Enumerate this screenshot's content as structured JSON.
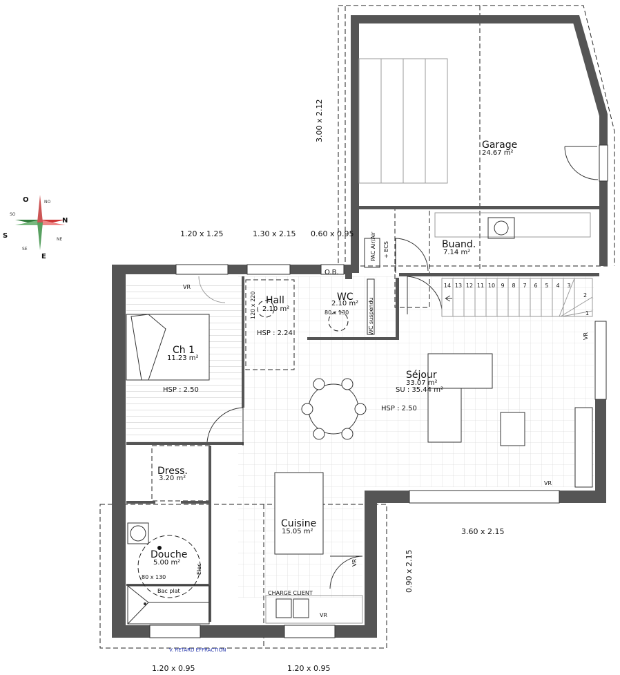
{
  "compass": {
    "n": "N",
    "s": "S",
    "e": "E",
    "o": "O",
    "ne": "NE",
    "no": "NO",
    "se": "SE",
    "so": "SO"
  },
  "rooms": {
    "garage": {
      "name": "Garage",
      "area": "24.67 m²"
    },
    "buand": {
      "name": "Buand.",
      "area": "7.14 m²"
    },
    "wc": {
      "name": "WC",
      "area": "2.10 m²"
    },
    "hall": {
      "name": "Hall",
      "area": "2.10 m²"
    },
    "ch1": {
      "name": "Ch 1",
      "area": "11.23 m²"
    },
    "sejour": {
      "name": "Séjour",
      "area": "33.07 m²",
      "su": "SU : 35.44 m²"
    },
    "dress": {
      "name": "Dress.",
      "area": "3.20 m²"
    },
    "cuisine": {
      "name": "Cuisine",
      "area": "15.05 m²"
    },
    "douche": {
      "name": "Douche",
      "area": "5.00 m²"
    }
  },
  "hsp": {
    "ch1": "HSP : 2.50",
    "hall": "HSP : 2.24",
    "sejour": "HSP : 2.50"
  },
  "dimensions": {
    "garage_door": "3.00 x 2.12",
    "win_ch1": "1.20 x 1.25",
    "win_hall": "1.30 x 2.15",
    "win_wc": "0.60 x 0.95",
    "win_sejour": "3.60 x 2.15",
    "door_cuisine": "0.90 x 2.15",
    "win_douche": "1.20 x 0.95",
    "win_cuisine": "1.20 x 0.95"
  },
  "labels": {
    "vr": "VR",
    "ob": "O.B.",
    "pac": "PAC Air/Air",
    "ecs": "+ ECS",
    "wc_suspendu": "WC suspendu",
    "bed_80x130": "80 x 130",
    "door_120x220": "120 x 220",
    "bac_plat": "Bac plat",
    "elec": "Elec",
    "charge_client": "CHARGE CLIENT",
    "retard": "V. RETARD EFFRACTION"
  },
  "stairs": [
    "14",
    "13",
    "12",
    "11",
    "10",
    "9",
    "8",
    "7",
    "6",
    "5",
    "4",
    "3",
    "2",
    "1"
  ]
}
